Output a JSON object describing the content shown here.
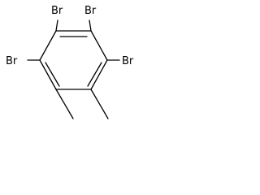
{
  "molecule": {
    "atom_labels": {
      "br_top_left": "Br",
      "br_top_right": "Br",
      "br_left": "Br",
      "br_right": "Br"
    },
    "substituents": [
      "Br",
      "Br",
      "Br",
      "Br",
      "CH3",
      "CH3"
    ],
    "colors": {
      "bond": "#000000",
      "text": "#000000",
      "background": "#ffffff"
    }
  }
}
